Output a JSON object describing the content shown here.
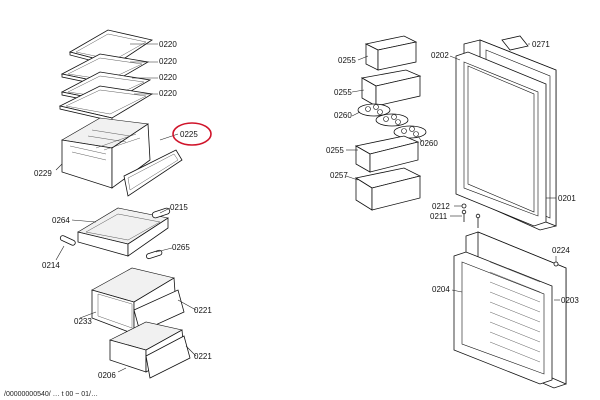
{
  "callouts": {
    "c0220a": "0220",
    "c0220b": "0220",
    "c0220c": "0220",
    "c0220d": "0220",
    "c0225": "0225",
    "c0229": "0229",
    "c0215": "0215",
    "c0264": "0264",
    "c0265": "0265",
    "c0214": "0214",
    "c0233": "0233",
    "c0221a": "0221",
    "c0221b": "0221",
    "c0206": "0206",
    "c0255a": "0255",
    "c0255b": "0255",
    "c0255c": "0255",
    "c0260a": "0260",
    "c0260b": "0260",
    "c0257": "0257",
    "c0202": "0202",
    "c0271": "0271",
    "c0201": "0201",
    "c0212": "0212",
    "c0211": "0211",
    "c0224": "0224",
    "c0204": "0204",
    "c0203": "0203"
  },
  "footer_text": "/00000000540/ …  t 00 ~ 01/…",
  "highlight": {
    "target": "0225",
    "color": "#d0142a"
  }
}
